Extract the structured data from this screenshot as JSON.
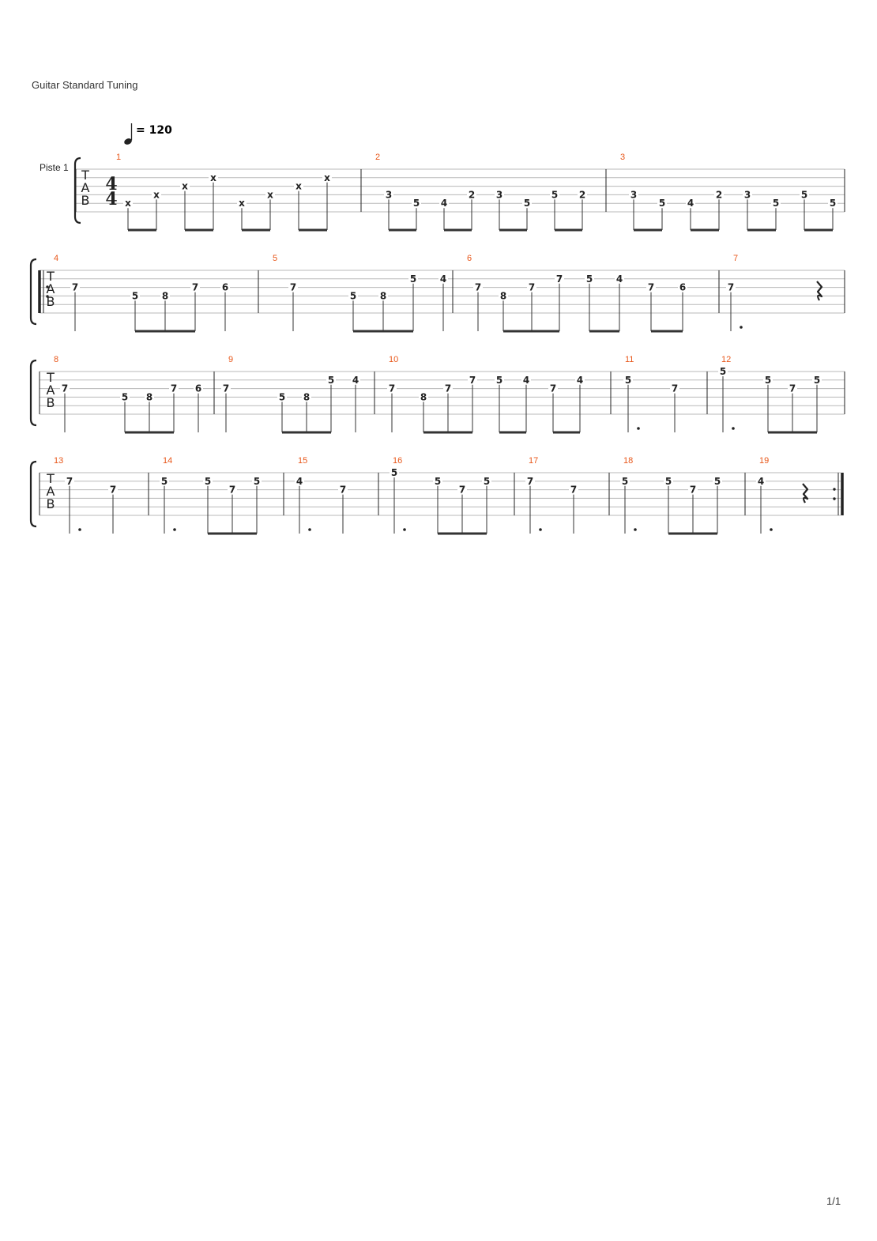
{
  "header": {
    "tuning": "Guitar Standard Tuning",
    "tempo": "= 120",
    "track_name": "Piste 1"
  },
  "footer": {
    "page": "1/1"
  },
  "time_signature": "4/4",
  "tab_letters": [
    "T",
    "A",
    "B"
  ],
  "systems": [
    {
      "measures": [
        {
          "n": "1",
          "notes": [
            {
              "t": 0,
              "s": 5,
              "f": "x"
            },
            {
              "t": 1,
              "s": 4,
              "f": "x"
            },
            {
              "t": 2,
              "s": 3,
              "f": "x"
            },
            {
              "t": 3,
              "s": 2,
              "f": "x"
            },
            {
              "t": 4,
              "s": 5,
              "f": "x"
            },
            {
              "t": 5,
              "s": 4,
              "f": "x"
            },
            {
              "t": 6,
              "s": 3,
              "f": "x"
            },
            {
              "t": 7,
              "s": 2,
              "f": "x"
            }
          ],
          "beams": [
            [
              0,
              1
            ],
            [
              2,
              3
            ],
            [
              4,
              5
            ],
            [
              6,
              7
            ]
          ],
          "dots": [],
          "rests": []
        },
        {
          "n": "2",
          "notes": [
            {
              "t": 0,
              "s": 4,
              "f": "3"
            },
            {
              "t": 1,
              "s": 5,
              "f": "5"
            },
            {
              "t": 2,
              "s": 5,
              "f": "4"
            },
            {
              "t": 3,
              "s": 4,
              "f": "2"
            },
            {
              "t": 4,
              "s": 4,
              "f": "3"
            },
            {
              "t": 5,
              "s": 5,
              "f": "5"
            },
            {
              "t": 6,
              "s": 4,
              "f": "5"
            },
            {
              "t": 7,
              "s": 4,
              "f": "2"
            }
          ],
          "beams": [
            [
              0,
              1
            ],
            [
              2,
              3
            ],
            [
              4,
              5
            ],
            [
              6,
              7
            ]
          ],
          "dots": [],
          "rests": []
        },
        {
          "n": "3",
          "notes": [
            {
              "t": 0,
              "s": 4,
              "f": "3"
            },
            {
              "t": 1,
              "s": 5,
              "f": "5"
            },
            {
              "t": 2,
              "s": 5,
              "f": "4"
            },
            {
              "t": 3,
              "s": 4,
              "f": "2"
            },
            {
              "t": 4,
              "s": 4,
              "f": "3"
            },
            {
              "t": 5,
              "s": 5,
              "f": "5"
            },
            {
              "t": 6,
              "s": 4,
              "f": "5"
            },
            {
              "t": 7,
              "s": 5,
              "f": "5"
            }
          ],
          "beams": [
            [
              0,
              1
            ],
            [
              2,
              3
            ],
            [
              4,
              5
            ],
            [
              6,
              7
            ]
          ],
          "dots": [],
          "rests": []
        }
      ]
    },
    {
      "measures": [
        {
          "n": "4",
          "notes": [
            {
              "t": 0,
              "s": 3,
              "f": "7"
            },
            {
              "t": 2,
              "s": 4,
              "f": "5"
            },
            {
              "t": 3,
              "s": 4,
              "f": "8"
            },
            {
              "t": 4,
              "s": 3,
              "f": "7"
            },
            {
              "t": 5,
              "s": 3,
              "f": "6"
            }
          ],
          "beams": [
            [
              1,
              3
            ]
          ],
          "dots": [],
          "rests": []
        },
        {
          "n": "5",
          "notes": [
            {
              "t": 0,
              "s": 3,
              "f": "7"
            },
            {
              "t": 2,
              "s": 4,
              "f": "5"
            },
            {
              "t": 3,
              "s": 4,
              "f": "8"
            },
            {
              "t": 4,
              "s": 2,
              "f": "5"
            },
            {
              "t": 5,
              "s": 2,
              "f": "4"
            }
          ],
          "beams": [
            [
              1,
              3
            ]
          ],
          "dots": [],
          "rests": []
        },
        {
          "n": "6",
          "notes": [
            {
              "t": 0,
              "s": 3,
              "f": "7"
            },
            {
              "t": 1,
              "s": 4,
              "f": "8"
            },
            {
              "t": 2,
              "s": 3,
              "f": "7"
            },
            {
              "t": 3,
              "s": 2,
              "f": "7"
            },
            {
              "t": 4,
              "s": 2,
              "f": "5"
            },
            {
              "t": 5,
              "s": 2,
              "f": "4"
            },
            {
              "t": 6,
              "s": 3,
              "f": "7"
            },
            {
              "t": 7,
              "s": 3,
              "f": "6"
            }
          ],
          "beams": [
            [
              1,
              3
            ],
            [
              4,
              5
            ],
            [
              6,
              7
            ]
          ],
          "dots": [],
          "rests": []
        },
        {
          "n": "7",
          "notes": [
            {
              "t": 0,
              "s": 3,
              "f": "7"
            }
          ],
          "beams": [],
          "dots": [
            0
          ],
          "rests": [
            2
          ]
        }
      ]
    },
    {
      "measures": [
        {
          "n": "8",
          "notes": [
            {
              "t": 0,
              "s": 3,
              "f": "7"
            },
            {
              "t": 2,
              "s": 4,
              "f": "5"
            },
            {
              "t": 3,
              "s": 4,
              "f": "8"
            },
            {
              "t": 4,
              "s": 3,
              "f": "7"
            },
            {
              "t": 5,
              "s": 3,
              "f": "6"
            }
          ],
          "beams": [
            [
              1,
              3
            ]
          ],
          "dots": [],
          "rests": []
        },
        {
          "n": "9",
          "notes": [
            {
              "t": 0,
              "s": 3,
              "f": "7"
            },
            {
              "t": 2,
              "s": 4,
              "f": "5"
            },
            {
              "t": 3,
              "s": 4,
              "f": "8"
            },
            {
              "t": 4,
              "s": 2,
              "f": "5"
            },
            {
              "t": 5,
              "s": 2,
              "f": "4"
            }
          ],
          "beams": [
            [
              1,
              3
            ]
          ],
          "dots": [],
          "rests": []
        },
        {
          "n": "10",
          "notes": [
            {
              "t": 0,
              "s": 3,
              "f": "7"
            },
            {
              "t": 1,
              "s": 4,
              "f": "8"
            },
            {
              "t": 2,
              "s": 3,
              "f": "7"
            },
            {
              "t": 3,
              "s": 2,
              "f": "7"
            },
            {
              "t": 4,
              "s": 2,
              "f": "5"
            },
            {
              "t": 5,
              "s": 2,
              "f": "4"
            },
            {
              "t": 6,
              "s": 3,
              "f": "7"
            },
            {
              "t": 7,
              "s": 2,
              "f": "4"
            }
          ],
          "beams": [
            [
              1,
              3
            ],
            [
              4,
              5
            ],
            [
              6,
              7
            ]
          ],
          "dots": [],
          "rests": []
        },
        {
          "n": "11",
          "notes": [
            {
              "t": 0,
              "s": 2,
              "f": "5"
            },
            {
              "t": 1,
              "s": 3,
              "f": "7"
            }
          ],
          "beams": [],
          "dots": [
            0
          ],
          "rests": []
        },
        {
          "n": "12",
          "notes": [
            {
              "t": 0,
              "s": 1,
              "f": "5"
            },
            {
              "t": 1,
              "s": 2,
              "f": "5"
            },
            {
              "t": 2,
              "s": 3,
              "f": "7"
            },
            {
              "t": 3,
              "s": 2,
              "f": "5"
            }
          ],
          "beams": [
            [
              1,
              3
            ]
          ],
          "dots": [
            0
          ],
          "rests": []
        }
      ]
    },
    {
      "measures": [
        {
          "n": "13",
          "notes": [
            {
              "t": 0,
              "s": 2,
              "f": "7"
            },
            {
              "t": 1,
              "s": 3,
              "f": "7"
            }
          ],
          "beams": [],
          "dots": [
            0
          ],
          "rests": []
        },
        {
          "n": "14",
          "notes": [
            {
              "t": 0,
              "s": 2,
              "f": "5"
            },
            {
              "t": 1,
              "s": 2,
              "f": "5"
            },
            {
              "t": 2,
              "s": 3,
              "f": "7"
            },
            {
              "t": 3,
              "s": 2,
              "f": "5"
            }
          ],
          "beams": [
            [
              1,
              3
            ]
          ],
          "dots": [
            0
          ],
          "rests": []
        },
        {
          "n": "15",
          "notes": [
            {
              "t": 0,
              "s": 2,
              "f": "4"
            },
            {
              "t": 1,
              "s": 3,
              "f": "7"
            }
          ],
          "beams": [],
          "dots": [
            0
          ],
          "rests": []
        },
        {
          "n": "16",
          "notes": [
            {
              "t": 0,
              "s": 1,
              "f": "5"
            },
            {
              "t": 1,
              "s": 2,
              "f": "5"
            },
            {
              "t": 2,
              "s": 3,
              "f": "7"
            },
            {
              "t": 3,
              "s": 2,
              "f": "5"
            }
          ],
          "beams": [
            [
              1,
              3
            ]
          ],
          "dots": [
            0
          ],
          "rests": []
        },
        {
          "n": "17",
          "notes": [
            {
              "t": 0,
              "s": 2,
              "f": "7"
            },
            {
              "t": 1,
              "s": 3,
              "f": "7"
            }
          ],
          "beams": [],
          "dots": [
            0
          ],
          "rests": []
        },
        {
          "n": "18",
          "notes": [
            {
              "t": 0,
              "s": 2,
              "f": "5"
            },
            {
              "t": 1,
              "s": 2,
              "f": "5"
            },
            {
              "t": 2,
              "s": 3,
              "f": "7"
            },
            {
              "t": 3,
              "s": 2,
              "f": "5"
            }
          ],
          "beams": [
            [
              1,
              3
            ]
          ],
          "dots": [
            0
          ],
          "rests": []
        },
        {
          "n": "19",
          "notes": [
            {
              "t": 0,
              "s": 2,
              "f": "4"
            }
          ],
          "beams": [],
          "dots": [
            0
          ],
          "rests": [
            1
          ]
        }
      ]
    }
  ]
}
